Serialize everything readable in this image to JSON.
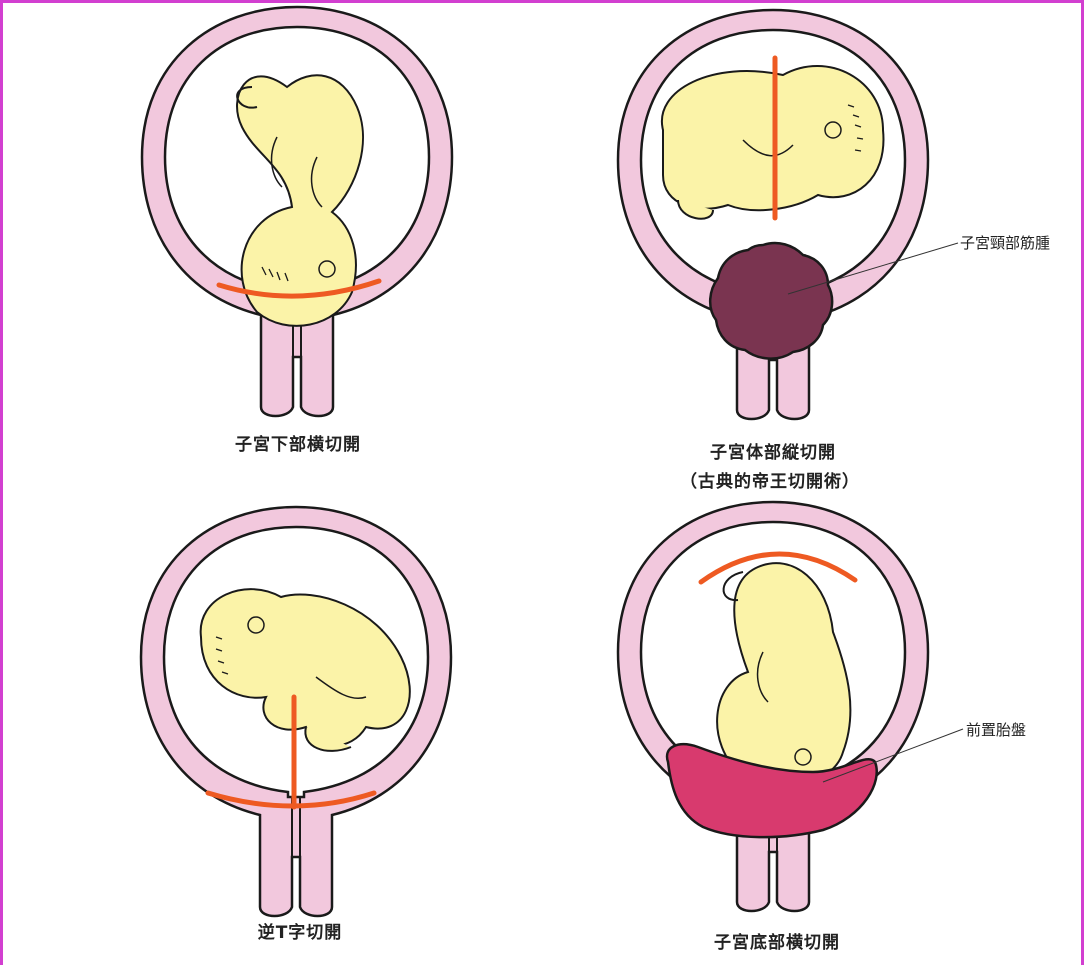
{
  "panels": [
    {
      "id": "lower-segment-transverse",
      "caption": "子宮下部横切開"
    },
    {
      "id": "classical-vertical",
      "caption": "子宮体部縦切開",
      "subcaption": "（古典的帝王切開術）"
    },
    {
      "id": "inverted-t",
      "caption": "逆T字切開"
    },
    {
      "id": "fundal-transverse",
      "caption": "子宮底部横切開"
    }
  ],
  "callouts": {
    "cervical_myoma": "子宮頸部筋腫",
    "placenta_previa": "前置胎盤"
  },
  "colors": {
    "frame": "#d23fd0",
    "uterus_wall": "#f2c8dd",
    "fetus": "#fbf3a8",
    "incision": "#ee5a22",
    "myoma": "#7a3450",
    "placenta": "#d83a6e",
    "outline": "#1a1a1a"
  }
}
